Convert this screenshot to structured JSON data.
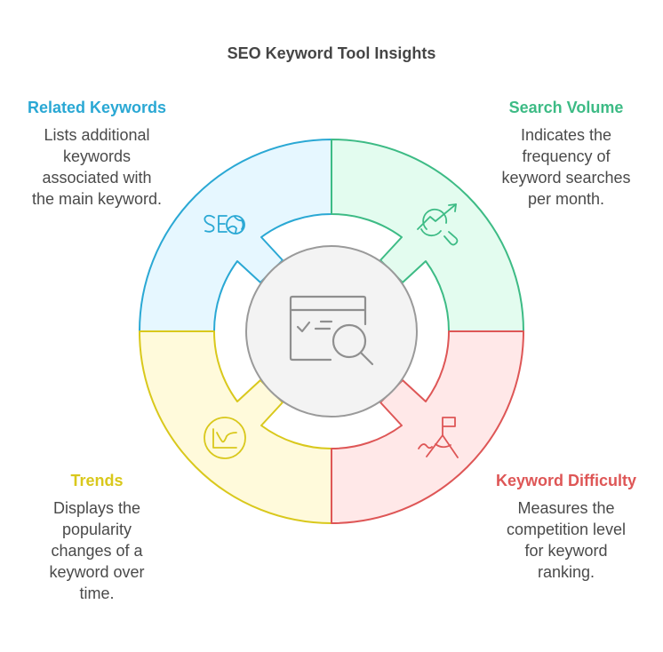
{
  "title": "SEO Keyword Tool Insights",
  "center": {
    "icon": "search-keyword-window-icon",
    "fill": "#f3f3f3",
    "stroke": "#9a9a9a"
  },
  "segments": [
    {
      "id": "related-keywords",
      "heading": "Related Keywords",
      "description_lines": [
        "Lists additional",
        "keywords",
        "associated with",
        "the main keyword."
      ],
      "icon": "seo-globe-icon",
      "color": "#2aa8d4",
      "fill": "#e6f7ff",
      "position": "top-left"
    },
    {
      "id": "search-volume",
      "heading": "Search Volume",
      "description_lines": [
        "Indicates the",
        "frequency of",
        "keyword searches",
        "per month."
      ],
      "icon": "trend-search-icon",
      "color": "#3dbb85",
      "fill": "#e3fcef",
      "position": "top-right"
    },
    {
      "id": "trends",
      "heading": "Trends",
      "description_lines": [
        "Displays the",
        "popularity",
        "changes of a",
        "keyword over",
        "time."
      ],
      "icon": "line-chart-icon",
      "color": "#d9c81c",
      "fill": "#fffadb",
      "position": "bottom-left"
    },
    {
      "id": "keyword-difficulty",
      "heading": "Keyword Difficulty",
      "description_lines": [
        "Measures the",
        "competition level",
        "for keyword",
        "ranking."
      ],
      "icon": "mountain-flag-icon",
      "color": "#de5656",
      "fill": "#ffe8e8",
      "position": "bottom-right"
    }
  ]
}
